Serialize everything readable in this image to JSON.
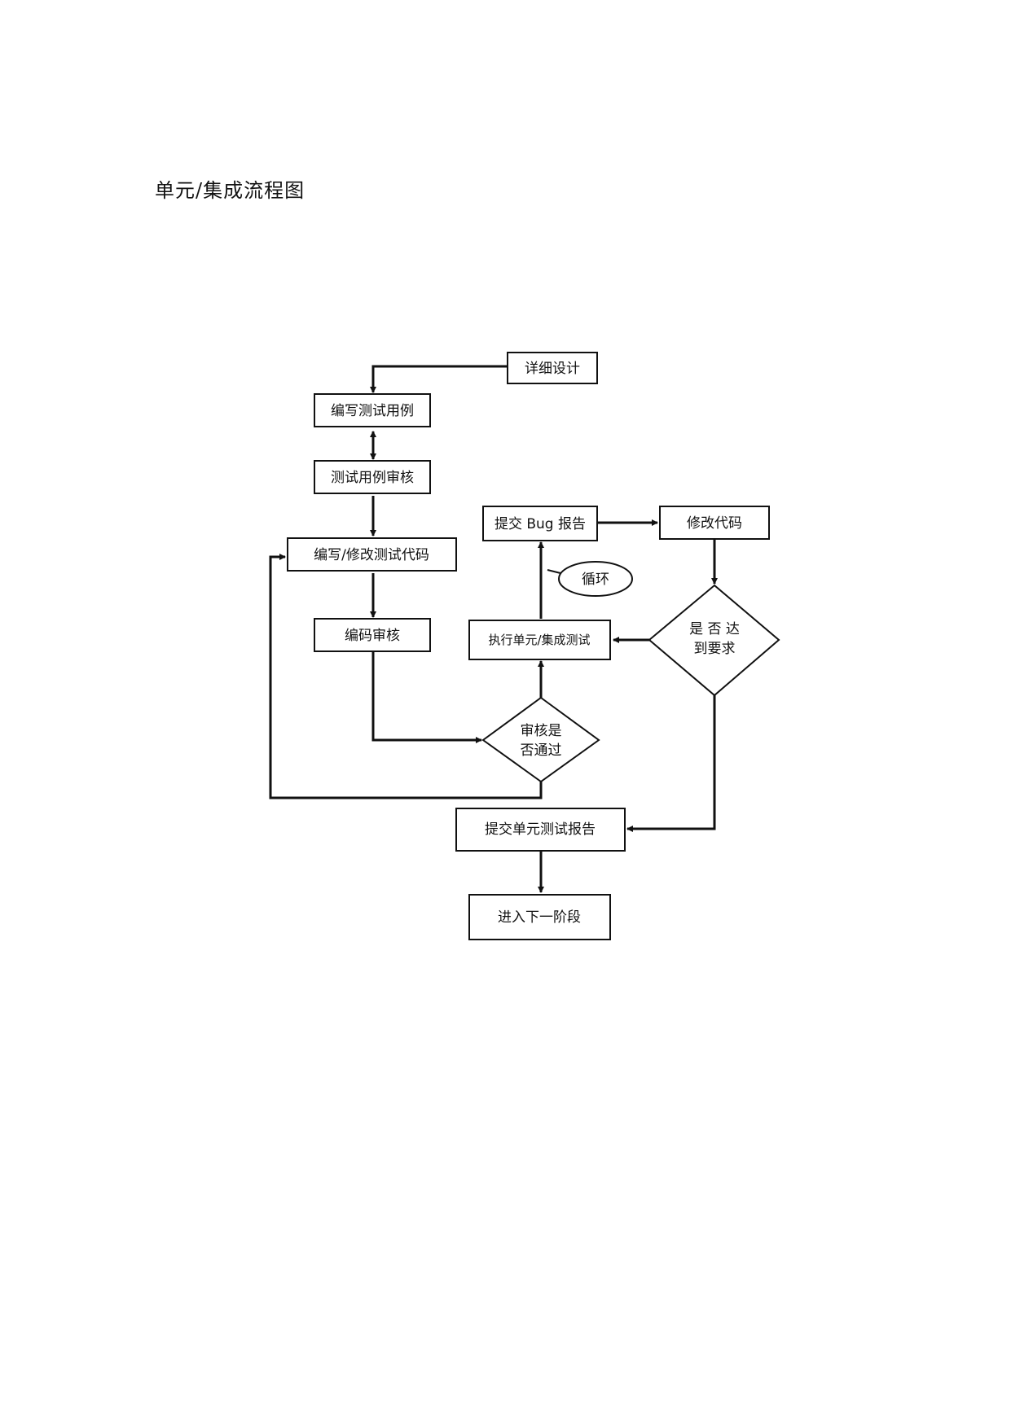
{
  "document": {
    "title": "单元/集成流程图"
  },
  "flowchart": {
    "nodes": {
      "detailed_design": "详细设计",
      "write_test_cases": "编写测试用例",
      "test_case_review": "测试用例审核",
      "write_modify_test_code": "编写/修改测试代码",
      "code_review": "编码审核",
      "review_passed_line1": "审核是",
      "review_passed_line2": "否通过",
      "execute_test": "执行单元/集成测试",
      "submit_bug_report": "提交 Bug 报告",
      "modify_code": "修改代码",
      "meets_requirements_line1": "是 否 达",
      "meets_requirements_line2": "到要求",
      "loop_callout": "循环",
      "submit_unit_test_report": "提交单元测试报告",
      "next_stage": "进入下一阶段"
    }
  }
}
